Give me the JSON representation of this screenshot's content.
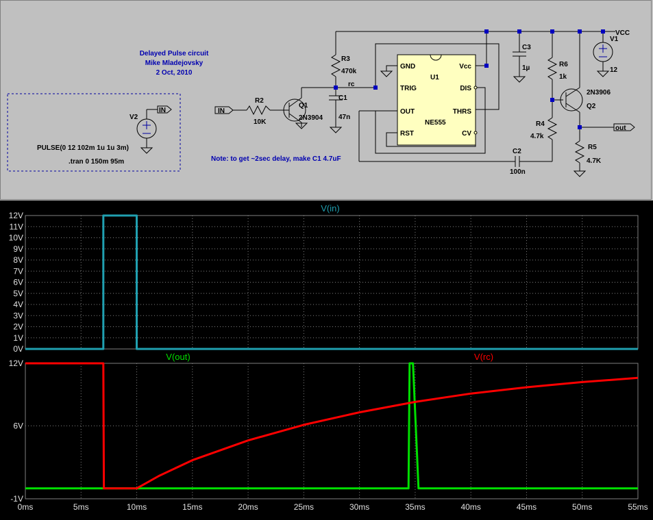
{
  "schematic": {
    "title_lines": [
      "Delayed Pulse circuit",
      "Mike Mladejovsky",
      "2 Oct, 2010"
    ],
    "note": "Note: to get ~2sec delay, make C1 4.7uF",
    "directive_pulse": "PULSE(0 12 102m 1u 1u 3m)",
    "directive_tran": ".tran 0 150m 95m",
    "labels": {
      "v2": "V2",
      "v2_net": "IN",
      "in_flag": "IN",
      "r2": "R2",
      "r2_val": "10K",
      "q1": "Q1",
      "q1_model": "2N3904",
      "r3": "R3",
      "r3_val": "470k",
      "rc": "rc",
      "c1": "C1",
      "c1_val": "47n",
      "u1": "U1",
      "u1_model": "NE555",
      "pin_gnd": "GND",
      "pin_trig": "TRIG",
      "pin_out": "OUT",
      "pin_rst": "RST",
      "pin_vcc": "Vcc",
      "pin_dis": "DIS",
      "pin_thrs": "THRS",
      "pin_cv": "CV",
      "c3": "C3",
      "c3_val": "1µ",
      "r6": "R6",
      "r6_val": "1k",
      "r4": "R4",
      "r4_val": "4.7k",
      "q2": "Q2",
      "q2_model": "2N3906",
      "c2": "C2",
      "c2_val": "100n",
      "r5": "R5",
      "r5_val": "4.7K",
      "v1": "V1",
      "v1_val": "12",
      "vcc": "VCC",
      "out": "out"
    }
  },
  "chart_data": [
    {
      "type": "line",
      "title": "V(in)",
      "xlabel": "",
      "ylabel": "",
      "xlim": [
        0,
        55
      ],
      "ylim": [
        0,
        12
      ],
      "x_ticks": [
        "0ms",
        "5ms",
        "10ms",
        "15ms",
        "20ms",
        "25ms",
        "30ms",
        "35ms",
        "40ms",
        "45ms",
        "50ms",
        "55ms"
      ],
      "y_ticks": [
        "0V",
        "1V",
        "2V",
        "3V",
        "4V",
        "5V",
        "6V",
        "7V",
        "8V",
        "9V",
        "10V",
        "11V",
        "12V"
      ],
      "series": [
        {
          "name": "V(in)",
          "color": "#20a0b0",
          "x": [
            0,
            7,
            7,
            10,
            10,
            55
          ],
          "y": [
            0,
            0,
            12,
            12,
            0,
            0
          ]
        }
      ]
    },
    {
      "type": "line",
      "xlabel": "",
      "ylabel": "",
      "xlim": [
        0,
        55
      ],
      "ylim": [
        -1,
        12
      ],
      "x_ticks": [
        "0ms",
        "5ms",
        "10ms",
        "15ms",
        "20ms",
        "25ms",
        "30ms",
        "35ms",
        "40ms",
        "45ms",
        "50ms",
        "55ms"
      ],
      "y_ticks": [
        "12V",
        "6V",
        "-1V"
      ],
      "series": [
        {
          "name": "V(out)",
          "color": "#00e000",
          "x": [
            0,
            34.4,
            34.5,
            34.8,
            35.3,
            35.4,
            55
          ],
          "y": [
            0,
            0,
            12,
            12,
            0,
            0,
            0
          ]
        },
        {
          "name": "V(rc)",
          "color": "#ff0000",
          "x": [
            0,
            7,
            7.05,
            10,
            12,
            15,
            20,
            25,
            30,
            35,
            40,
            45,
            50,
            55
          ],
          "y": [
            12,
            12,
            0,
            0,
            1.2,
            2.7,
            4.6,
            6.1,
            7.3,
            8.3,
            9.1,
            9.7,
            10.2,
            10.6
          ]
        }
      ]
    }
  ]
}
